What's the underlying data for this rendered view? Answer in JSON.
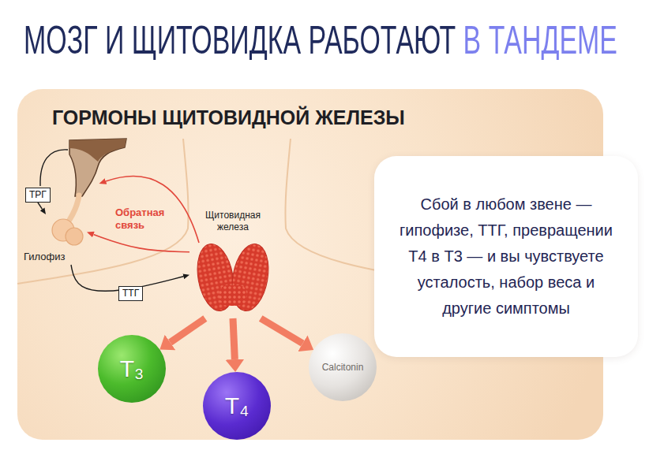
{
  "diagram": {
    "title": "МОЗГ И ЩИТОВИДКА РАБОТАЮТ В ТАНДЕМЕ",
    "nodes": [
      {
        "text": [
          "ГОРМОНЫ ЩИТОВИДНОЙ ЖЕЛЕЗЫ"
        ]
      },
      {
        "text": [
          "ТРГ"
        ],
        "in": 0
      },
      {
        "text": [
          "Гилофиз"
        ],
        "in": 0
      },
      {
        "text": [
          "Щитовидная железа"
        ],
        "in": 0
      },
      {
        "text": [
          "T₃"
        ],
        "in": 0
      },
      {
        "text": [
          "T₄"
        ],
        "in": 0
      },
      {
        "text": [
          "Calcitonin"
        ],
        "in": 0
      },
      {
        "text": [
          "Сбой в любом звене — гипофизе, ТТГ, превращении Т4 в Т3 — и вы чувствуете усталость, набор веса и другие симптомы"
        ]
      }
    ],
    "edges": [
      {
        "from": 1,
        "to": 2,
        "arrow": "to"
      },
      {
        "from": 2,
        "to": 3,
        "label": "ТТГ",
        "arrow": "to"
      },
      {
        "from": 3,
        "to": 2,
        "label": "Обратная связь",
        "arrow": "to"
      },
      {
        "from": 3,
        "to": 4,
        "arrow": "to"
      },
      {
        "from": 3,
        "to": 5,
        "arrow": "to"
      },
      {
        "from": 3,
        "to": 6,
        "arrow": "to"
      }
    ]
  }
}
